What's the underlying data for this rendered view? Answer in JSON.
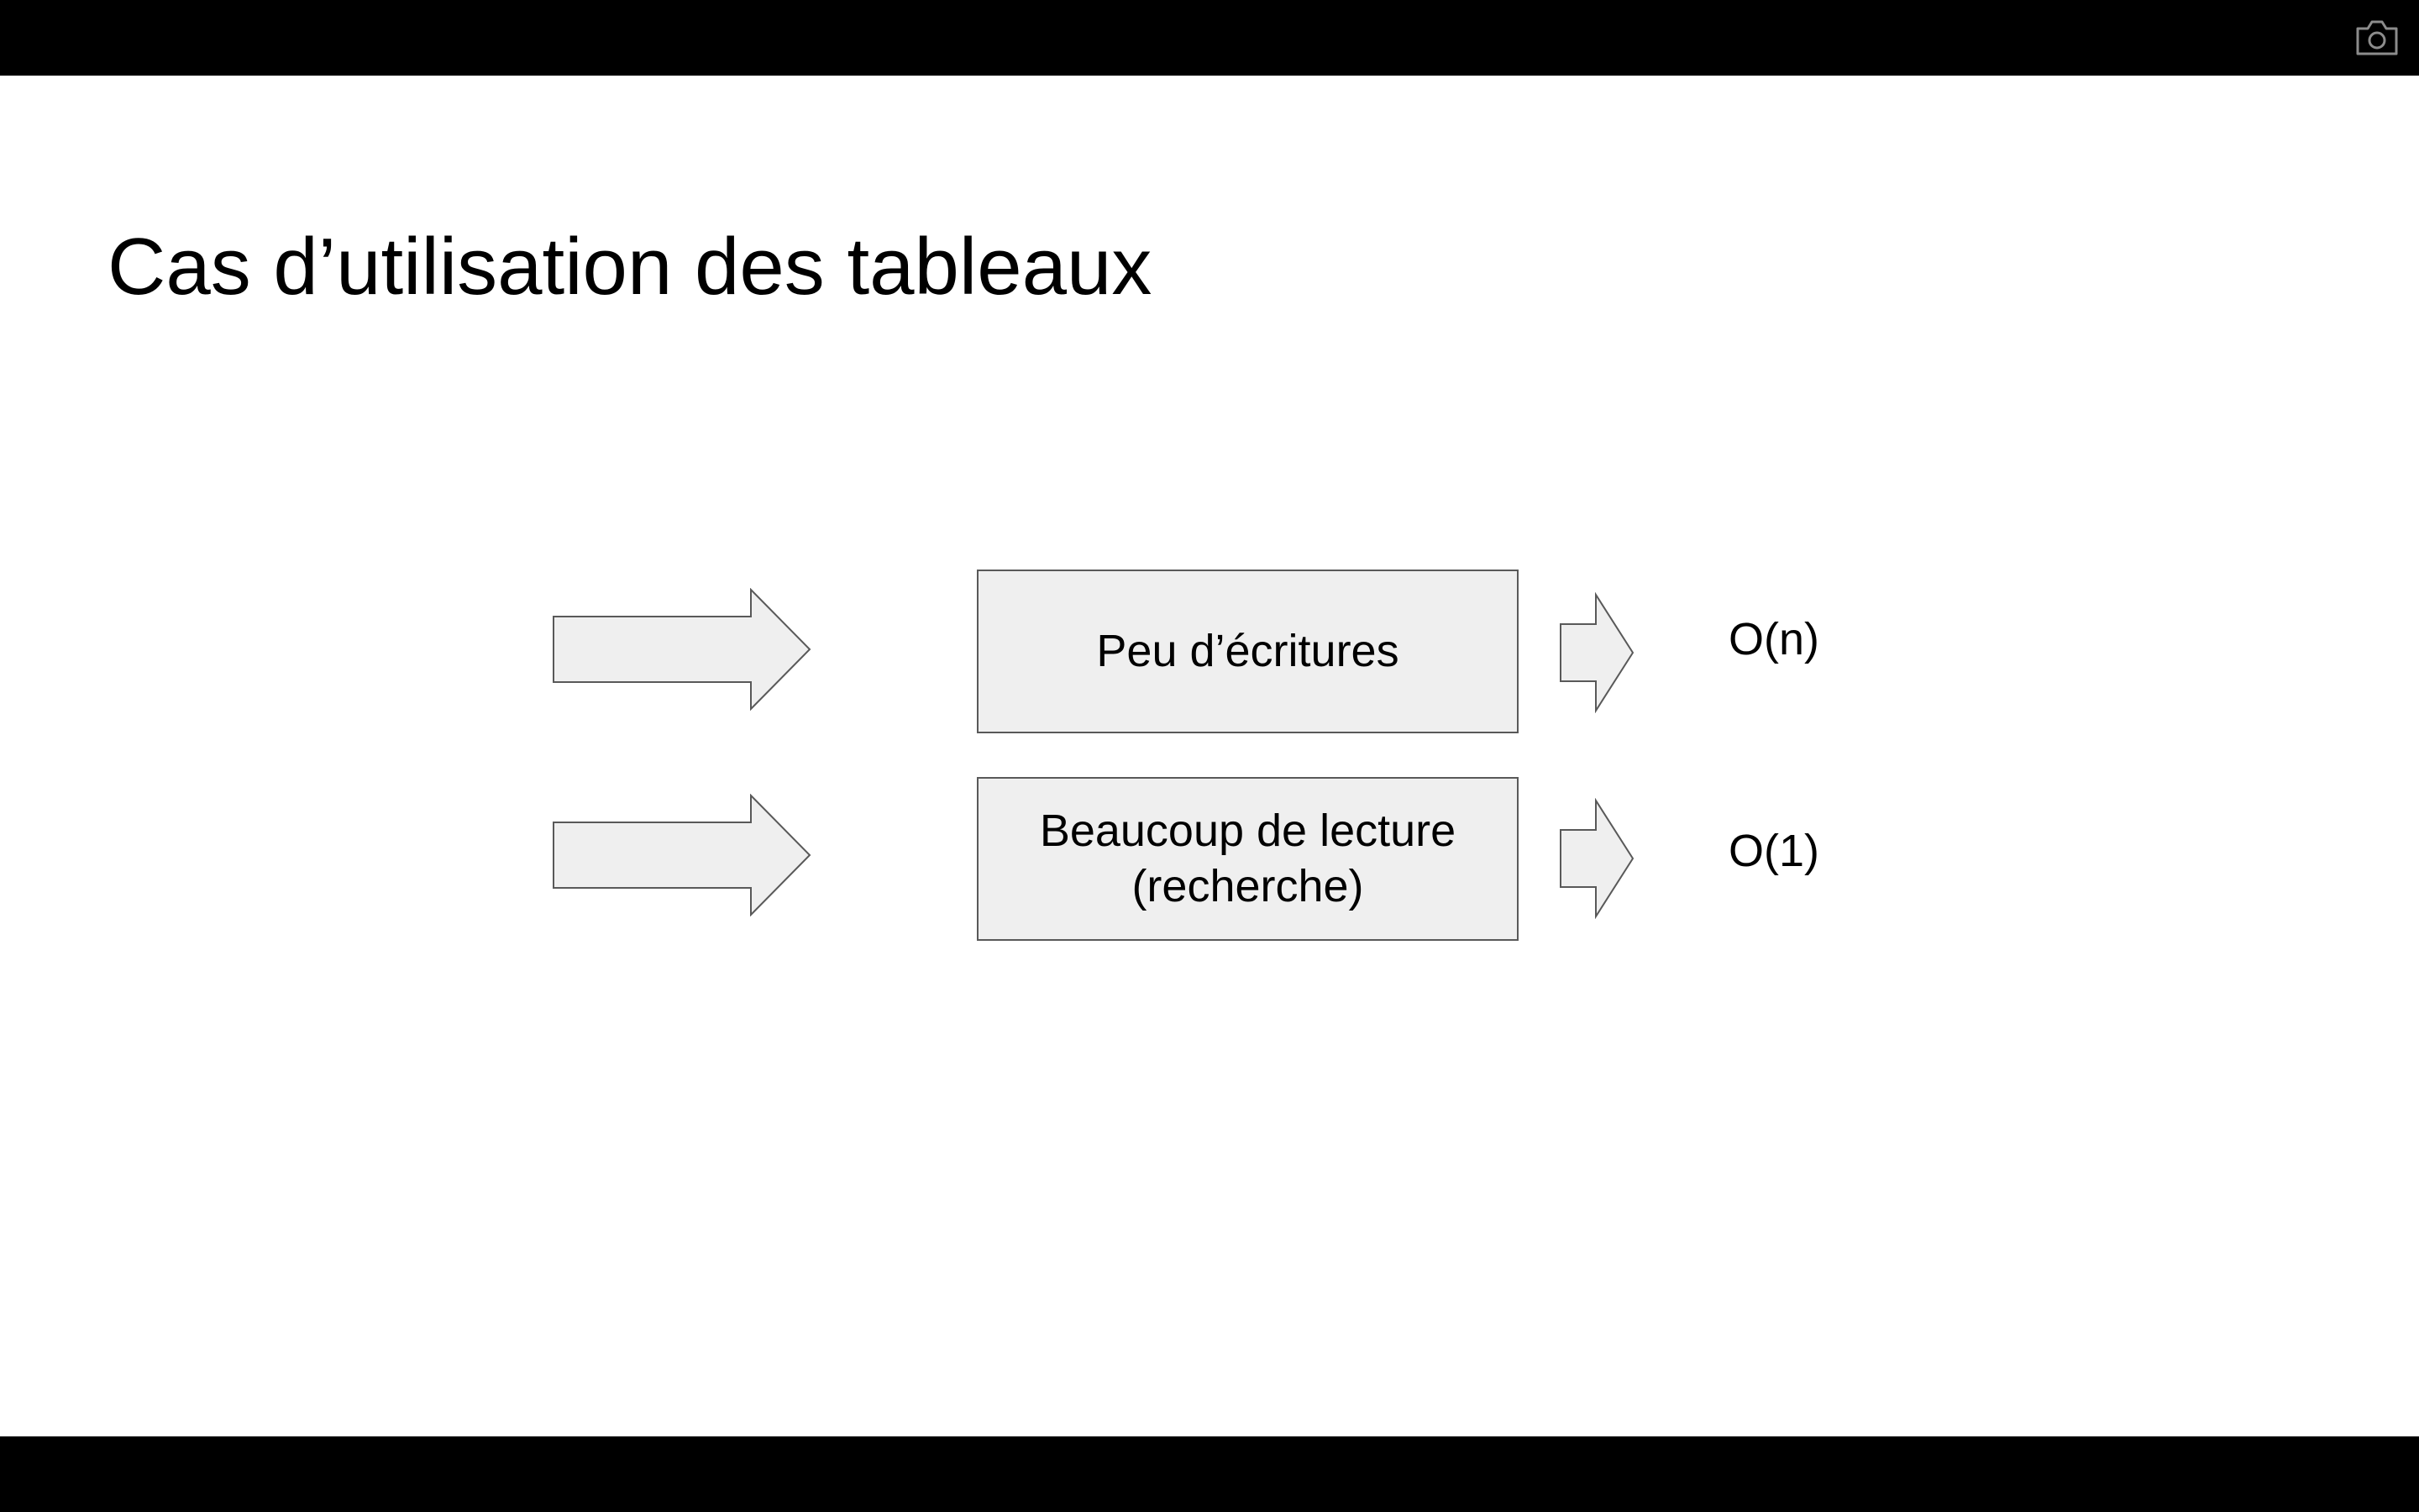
{
  "slide": {
    "title": "Cas d’utilisation des tableaux",
    "rows": [
      {
        "label": "Peu d’écritures",
        "complexity": "O(n)"
      },
      {
        "label": "Beaucoup de lecture\n(recherche)",
        "complexity": "O(1)"
      }
    ]
  },
  "toolbar": {
    "screenshot_icon": "camera-icon"
  },
  "colors": {
    "frame": "#000000",
    "slide_background": "#ffffff",
    "shape_fill": "#efefef",
    "shape_stroke": "#595959",
    "text": "#000000"
  }
}
